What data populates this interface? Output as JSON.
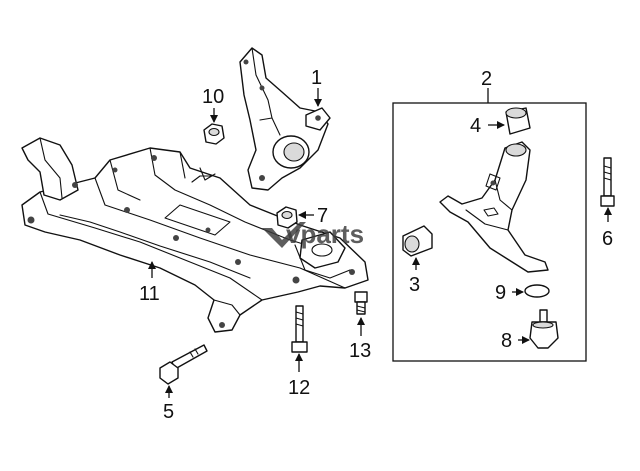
{
  "callouts": {
    "c1": "1",
    "c2": "2",
    "c3": "3",
    "c4": "4",
    "c5": "5",
    "c6": "6",
    "c7": "7",
    "c8": "8",
    "c9": "9",
    "c10": "10",
    "c11": "11",
    "c12": "12",
    "c13": "13"
  },
  "watermark": "vparts",
  "colors": {
    "line": "#111111",
    "background": "#ffffff",
    "watermark": "#3a3a3a"
  }
}
